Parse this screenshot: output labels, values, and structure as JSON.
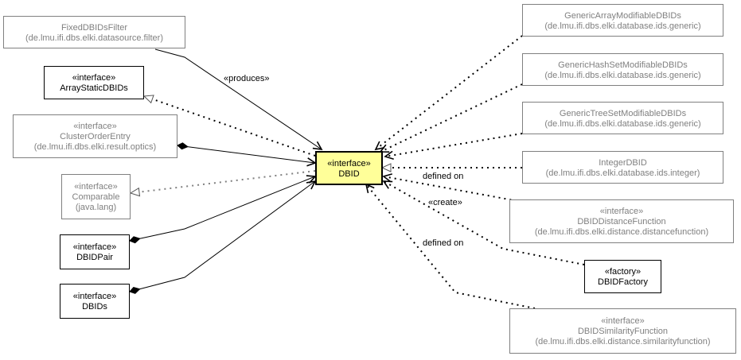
{
  "center": {
    "stereotype": "«interface»",
    "name": "DBID"
  },
  "nodes": {
    "fixed_filter": {
      "name": "FixedDBIDsFilter",
      "package": "(de.lmu.ifi.dbs.elki.datasource.filter)"
    },
    "array_static": {
      "stereotype": "«interface»",
      "name": "ArrayStaticDBIDs"
    },
    "cluster_order": {
      "stereotype": "«interface»",
      "name": "ClusterOrderEntry",
      "package": "(de.lmu.ifi.dbs.elki.result.optics)"
    },
    "comparable": {
      "stereotype": "«interface»",
      "name": "Comparable",
      "package": "(java.lang)"
    },
    "dbid_pair": {
      "stereotype": "«interface»",
      "name": "DBIDPair"
    },
    "dbids": {
      "stereotype": "«interface»",
      "name": "DBIDs"
    },
    "generic_array": {
      "name": "GenericArrayModifiableDBIDs",
      "package": "(de.lmu.ifi.dbs.elki.database.ids.generic)"
    },
    "generic_hashset": {
      "name": "GenericHashSetModifiableDBIDs",
      "package": "(de.lmu.ifi.dbs.elki.database.ids.generic)"
    },
    "generic_treeset": {
      "name": "GenericTreeSetModifiableDBIDs",
      "package": "(de.lmu.ifi.dbs.elki.database.ids.generic)"
    },
    "integer_dbid": {
      "name": "IntegerDBID",
      "package": "(de.lmu.ifi.dbs.elki.database.ids.integer)"
    },
    "distance_fn": {
      "stereotype": "«interface»",
      "name": "DBIDDistanceFunction",
      "package": "(de.lmu.ifi.dbs.elki.distance.distancefunction)"
    },
    "factory": {
      "stereotype": "«factory»",
      "name": "DBIDFactory"
    },
    "similarity_fn": {
      "stereotype": "«interface»",
      "name": "DBIDSimilarityFunction",
      "package": "(de.lmu.ifi.dbs.elki.distance.similarityfunction)"
    }
  },
  "edge_labels": {
    "produces": "«produces»",
    "defined_on_1": "defined on",
    "create": "«create»",
    "defined_on_2": "defined on"
  },
  "colors": {
    "focus_fill": "#ffff99",
    "muted": "#808080",
    "strong": "#000000"
  }
}
